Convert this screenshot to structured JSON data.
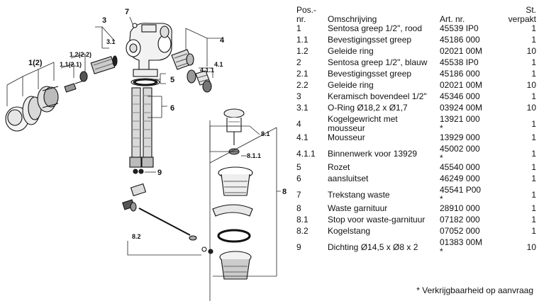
{
  "table": {
    "headers": {
      "pos": "Pos.-\nnr.",
      "desc": "Omschrijving",
      "art": "Art. nr.",
      "qty": "St.\nverpakt"
    },
    "rows": [
      {
        "pos": "1",
        "desc": "Sentosa greep 1/2\", rood",
        "art": "45539 IP0",
        "qty": "1"
      },
      {
        "pos": "1.1",
        "desc": "Bevestigingsset greep",
        "art": "45186 000",
        "qty": "1"
      },
      {
        "pos": "1.2",
        "desc": "Geleide ring",
        "art": "02021 00M",
        "qty": "10"
      },
      {
        "pos": "2",
        "desc": "Sentosa greep 1/2\", blauw",
        "art": "45538 IP0",
        "qty": "1"
      },
      {
        "pos": "2.1",
        "desc": "Bevestigingsset greep",
        "art": "45186 000",
        "qty": "1"
      },
      {
        "pos": "2.2",
        "desc": "Geleide ring",
        "art": "02021 00M",
        "qty": "10"
      },
      {
        "pos": "3",
        "desc": "Keramisch bovendeel 1/2\"",
        "art": "45346 000",
        "qty": "1"
      },
      {
        "pos": "3.1",
        "desc": "O-Ring Ø18,2 x Ø1,7",
        "art": "03924 00M",
        "qty": "10"
      },
      {
        "pos": "4",
        "desc": "Kogelgewricht met\nmousseur",
        "art": "13921 000\n*",
        "qty": "1"
      },
      {
        "pos": "4.1",
        "desc": "Mousseur",
        "art": "13929 000",
        "qty": "1"
      },
      {
        "pos": "4.1.1",
        "desc": "Binnenwerk voor 13929",
        "art": "45002 000\n*",
        "qty": "1"
      },
      {
        "pos": "5",
        "desc": "Rozet",
        "art": "45540 000",
        "qty": "1"
      },
      {
        "pos": "6",
        "desc": "aansluitset",
        "art": "46249 000",
        "qty": "1"
      },
      {
        "pos": "7",
        "desc": "Trekstang waste",
        "art": "45541 P00\n*",
        "qty": "1"
      },
      {
        "pos": "8",
        "desc": "Waste garnituur",
        "art": "28910 000",
        "qty": "1"
      },
      {
        "pos": "8.1",
        "desc": "Stop voor waste-garnituur",
        "art": "07182 000",
        "qty": "1"
      },
      {
        "pos": "8.2",
        "desc": "Kogelstang",
        "art": "07052 000",
        "qty": "1"
      },
      {
        "pos": "9",
        "desc": "Dichting Ø14,5 x Ø8 x 2",
        "art": "01383 00M\n*",
        "qty": "10"
      }
    ]
  },
  "footnote": "* Verkrijgbaarheid op aanvraag",
  "diagram_labels": {
    "l1": "1(2)",
    "l11": "1.1(2.1)",
    "l12": "1.2(2.2)",
    "l3": "3",
    "l31": "3.1",
    "l7": "7",
    "l4": "4",
    "l41": "4.1",
    "l411": "4.1.1",
    "l5": "5",
    "l6": "6",
    "l9": "9",
    "l81": "8.1",
    "l811": "8.1.1",
    "l8": "8",
    "l82": "8.2"
  }
}
